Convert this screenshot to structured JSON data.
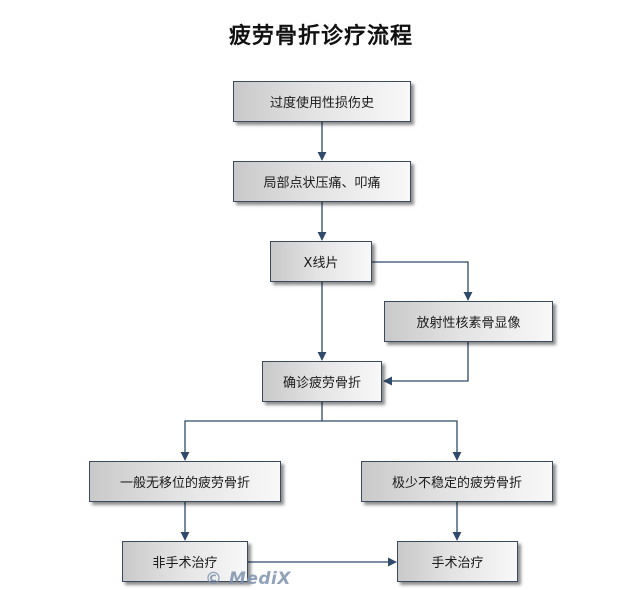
{
  "title": "疲劳骨折诊疗流程",
  "colors": {
    "connector": "#2f4a6b",
    "box_border": "#3b4a5c"
  },
  "nodes": {
    "history": "过度使用性损伤史",
    "tenderness": "局部点状压痛、叩痛",
    "xray": "X线片",
    "bone_scan": "放射性核素骨显像",
    "diagnosis": "确诊疲劳骨折",
    "general_fracture": "一般无移位的疲劳骨折",
    "unstable_fracture": "极少不稳定的疲劳骨折",
    "nonsurgical": "非手术治疗",
    "surgical": "手术治疗"
  },
  "watermark": "© MediX"
}
